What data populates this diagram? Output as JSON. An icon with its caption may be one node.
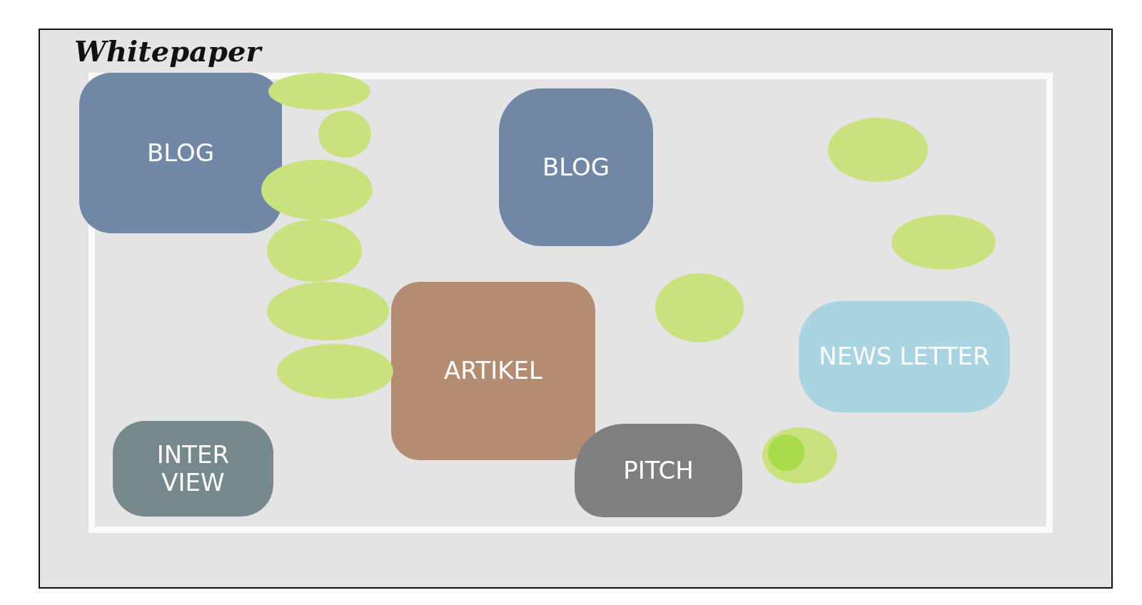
{
  "diagram": {
    "nodes": [
      {
        "text": [
          "Whitepaper"
        ]
      },
      {
        "text": [
          "BLOG"
        ],
        "in": 0
      },
      {
        "text": [],
        "shape": "circle",
        "in": 0
      },
      {
        "text": [],
        "shape": "circle",
        "in": 0
      },
      {
        "text": [
          "BLOG"
        ],
        "in": 0
      },
      {
        "text": [],
        "shape": "circle",
        "in": 0
      },
      {
        "text": [],
        "shape": "circle",
        "in": 0
      },
      {
        "text": [],
        "shape": "circle",
        "in": 0
      },
      {
        "text": [],
        "shape": "circle",
        "in": 0
      },
      {
        "text": [],
        "shape": "circle",
        "in": 0
      },
      {
        "text": [
          "ARTIKEL"
        ],
        "in": 0
      },
      {
        "text": [],
        "shape": "circle",
        "in": 0
      },
      {
        "text": [
          "NEWS LETTER"
        ],
        "in": 0
      },
      {
        "text": [],
        "shape": "circle",
        "in": 0
      },
      {
        "text": [
          "INTER VIEW"
        ],
        "in": 0
      },
      {
        "text": [
          "PITCH"
        ],
        "in": 0
      },
      {
        "text": [],
        "shape": "circle",
        "in": 0
      }
    ]
  }
}
